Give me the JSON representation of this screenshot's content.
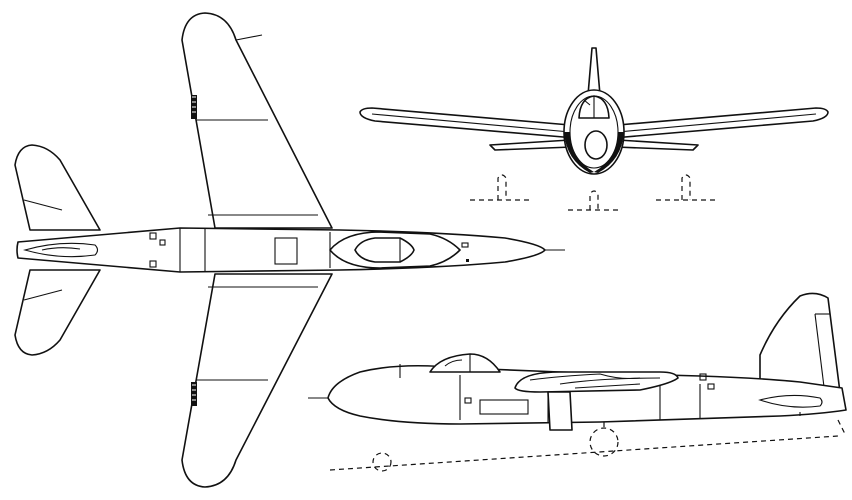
{
  "drawing": {
    "colors": {
      "line": "#111111",
      "background": "#ffffff"
    },
    "views": [
      {
        "id": "plan-view",
        "icon": "aircraft-plan-view-icon"
      },
      {
        "id": "front-view",
        "icon": "aircraft-front-view-icon"
      },
      {
        "id": "side-view",
        "icon": "aircraft-side-view-icon"
      }
    ]
  }
}
